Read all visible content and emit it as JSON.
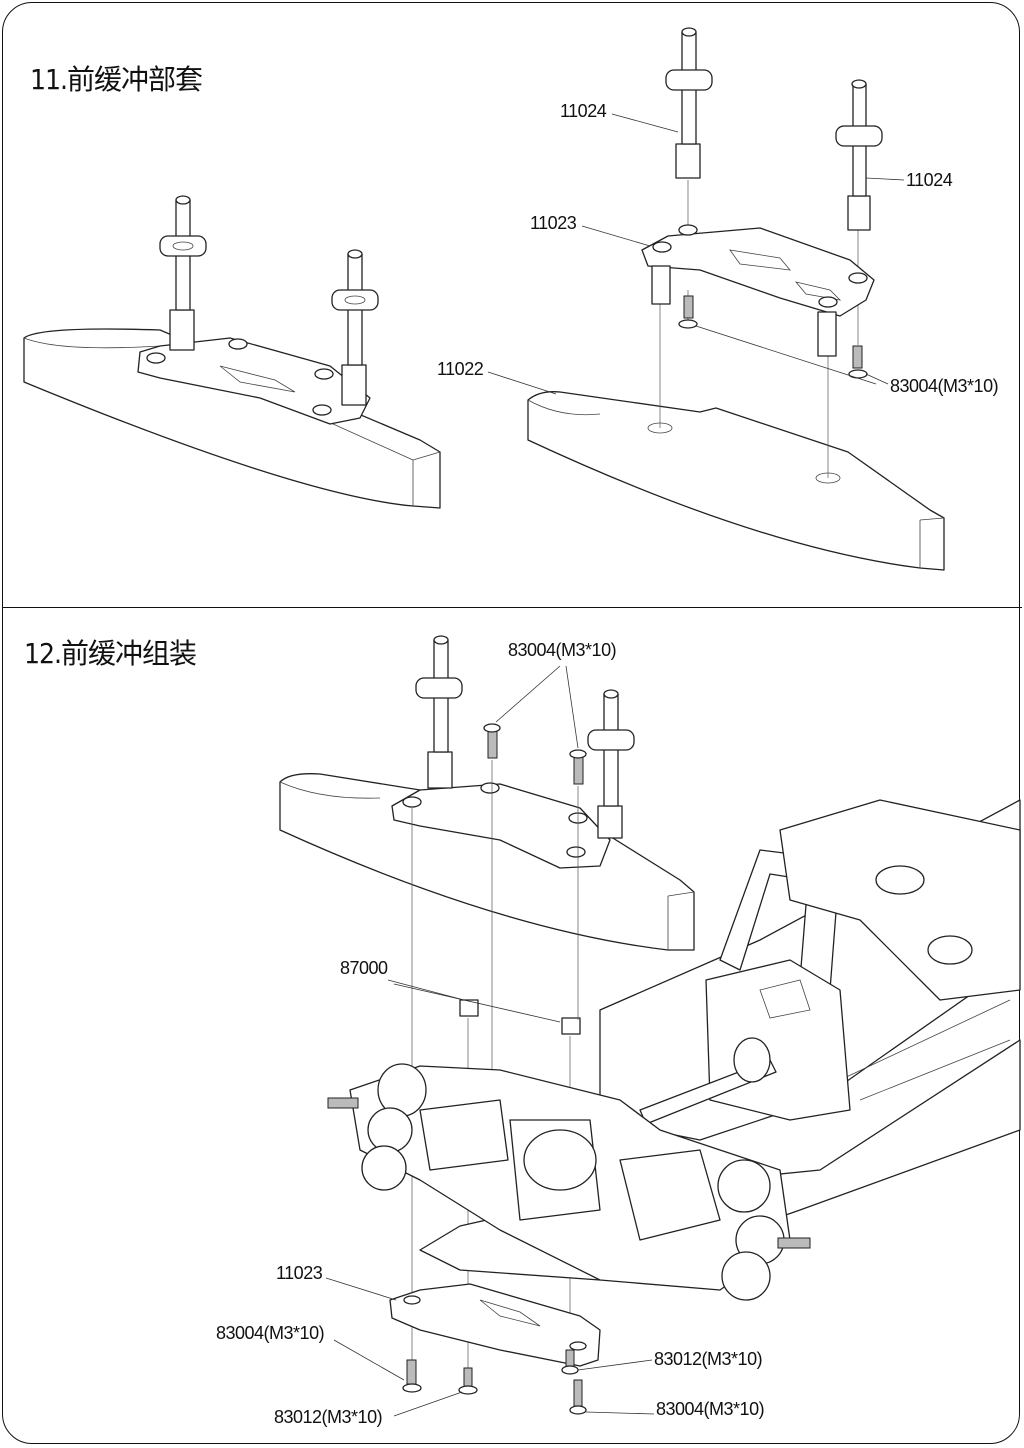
{
  "sections": [
    {
      "title": "11.前缓冲部套"
    },
    {
      "title": "12.前缓冲组装"
    }
  ],
  "labels": {
    "s11_post_left": "11024",
    "s11_post_right": "11024",
    "s11_bracket": "11023",
    "s11_bumper": "11022",
    "s11_screw": "83004(M3*10)",
    "s12_screw_top": "83004(M3*10)",
    "s12_nut": "87000",
    "s12_plate": "11023",
    "s12_screw_bl": "83004(M3*10)",
    "s12_flat_bl": "83012(M3*10)",
    "s12_flat_br": "83012(M3*10)",
    "s12_screw_br": "83004(M3*10)"
  }
}
